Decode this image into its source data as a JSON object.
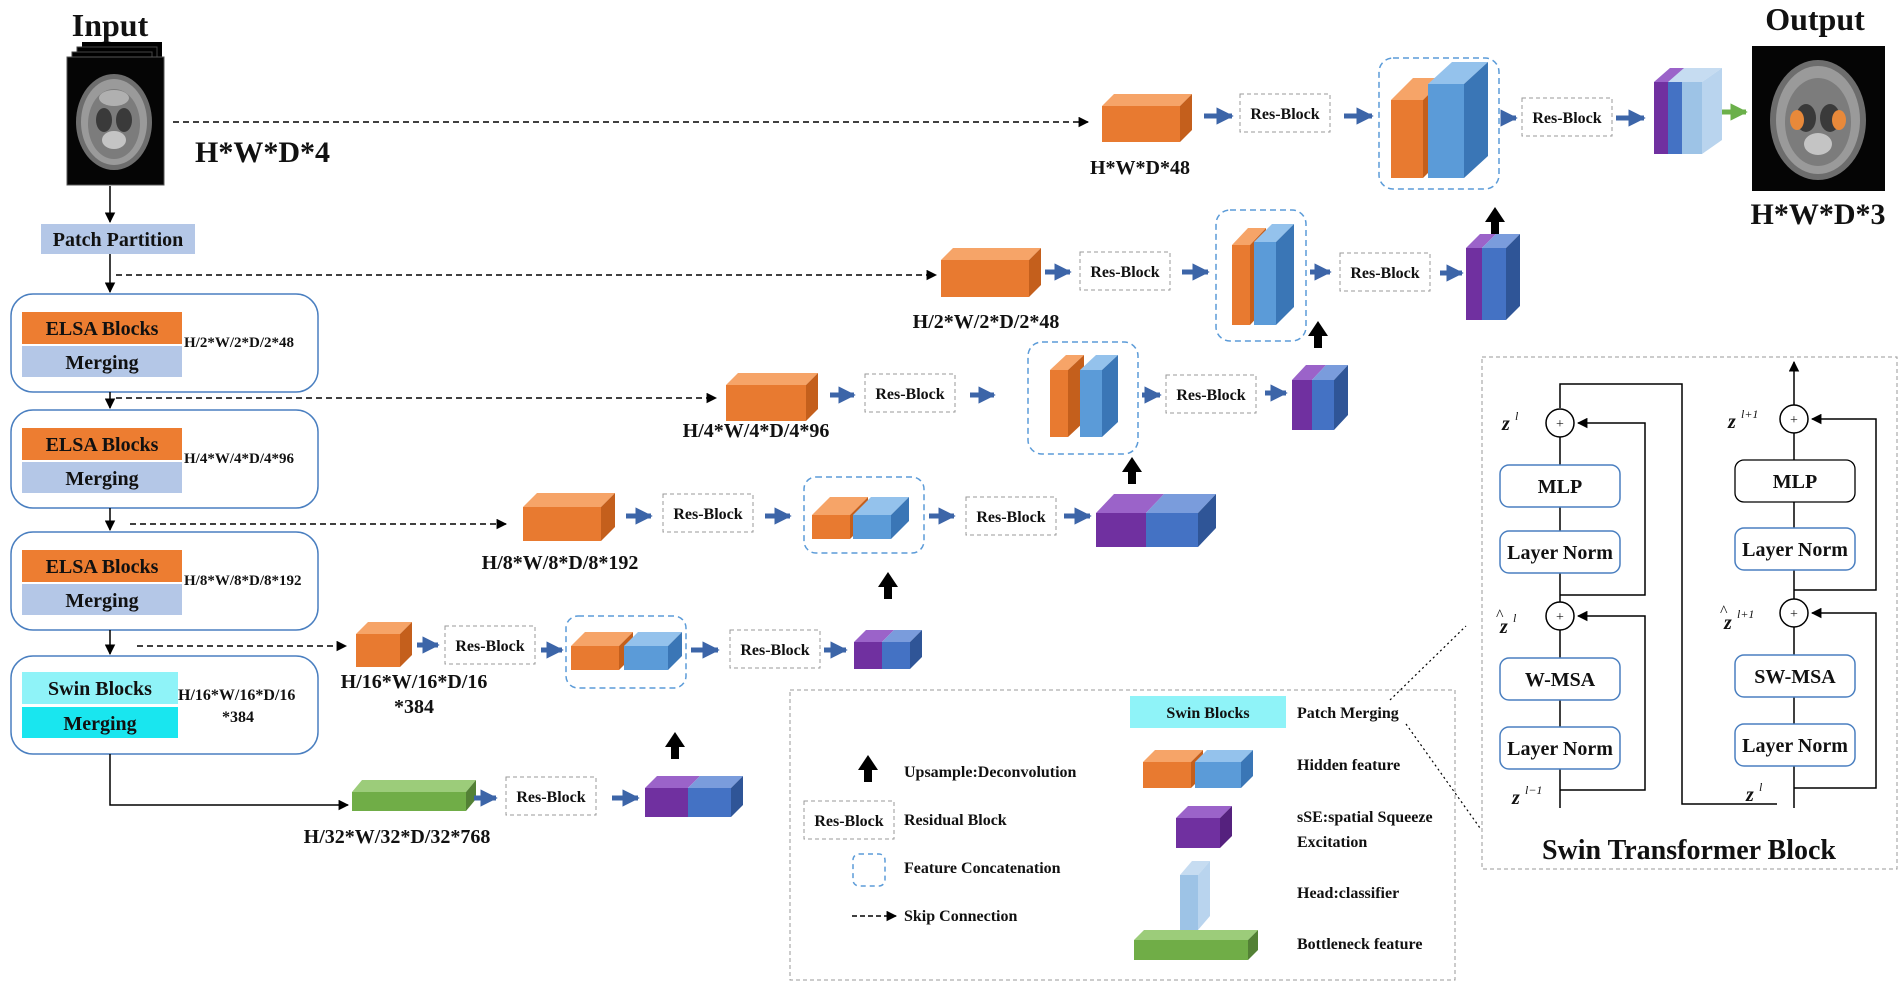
{
  "input": {
    "title": "Input",
    "dims": "H*W*D*4"
  },
  "output": {
    "title": "Output",
    "dims": "H*W*D*3"
  },
  "patch_partition": "Patch Partition",
  "encoder": [
    {
      "top": "ELSA Blocks",
      "bottom": "Merging",
      "dims": "H/2*W/2*D/2*48"
    },
    {
      "top": "ELSA Blocks",
      "bottom": "Merging",
      "dims": "H/4*W/4*D/4*96"
    },
    {
      "top": "ELSA Blocks",
      "bottom": "Merging",
      "dims": "H/8*W/8*D/8*192"
    },
    {
      "top": "Swin Blocks",
      "bottom": "Merging",
      "dims_line1": "H/16*W/16*D/16",
      "dims_line2": "*384"
    }
  ],
  "feature_labels": {
    "l0": "H*W*D*48",
    "l1": "H/2*W/2*D/2*48",
    "l2": "H/4*W/4*D/4*96",
    "l3": "H/8*W/8*D/8*192",
    "l4a": "H/16*W/16*D/16",
    "l4b": "*384",
    "bottleneck": "H/32*W/32*D/32*768"
  },
  "res_block": "Res-Block",
  "legend": {
    "swin_blocks": "Swin Blocks",
    "patch_merging": "Patch Merging",
    "upsample": "Upsample:Deconvolution",
    "residual": "Residual Block",
    "concat": "Feature Concatenation",
    "skip": "Skip Connection",
    "hidden": "Hidden feature",
    "sse1": "sSE:spatial Squeeze",
    "sse2": "Excitation",
    "head": "Head:classifier",
    "bottleneck": "Bottleneck feature"
  },
  "swin_block": {
    "title": "Swin Transformer Block",
    "left": {
      "mlp": "MLP",
      "ln_top": "Layer Norm",
      "msa": "W-MSA",
      "ln_bottom": "Layer Norm"
    },
    "right": {
      "mlp": "MLP",
      "ln_top": "Layer Norm",
      "msa": "SW-MSA",
      "ln_bottom": "Layer Norm"
    },
    "plus": "+"
  },
  "colors": {
    "orange": "#e87a30",
    "orange_top": "#f6a468",
    "orange_side": "#c45f1c",
    "blue": "#5b9bd8",
    "blue_top": "#94c2ec",
    "blue_side": "#3a76b6",
    "purple": "#7030a0",
    "purple_top": "#9b63c9",
    "purple_side": "#55217e",
    "dblue": "#4472c4",
    "dblue_top": "#7a9cdc",
    "dblue_side": "#2f5597",
    "head": "#9dc3e6",
    "head_top": "#c6dcf1",
    "head_side": "#7ea8d1",
    "green": "#70ad47",
    "green_top": "#9ccc7a",
    "green_side": "#538135",
    "arrow": "#3c65a8",
    "elsa": "#ed7d31",
    "merging": "#b4c7e7",
    "swin": "#8ff3f8",
    "swin_merge": "#19e6ef",
    "patch": "#b4c7e7"
  }
}
